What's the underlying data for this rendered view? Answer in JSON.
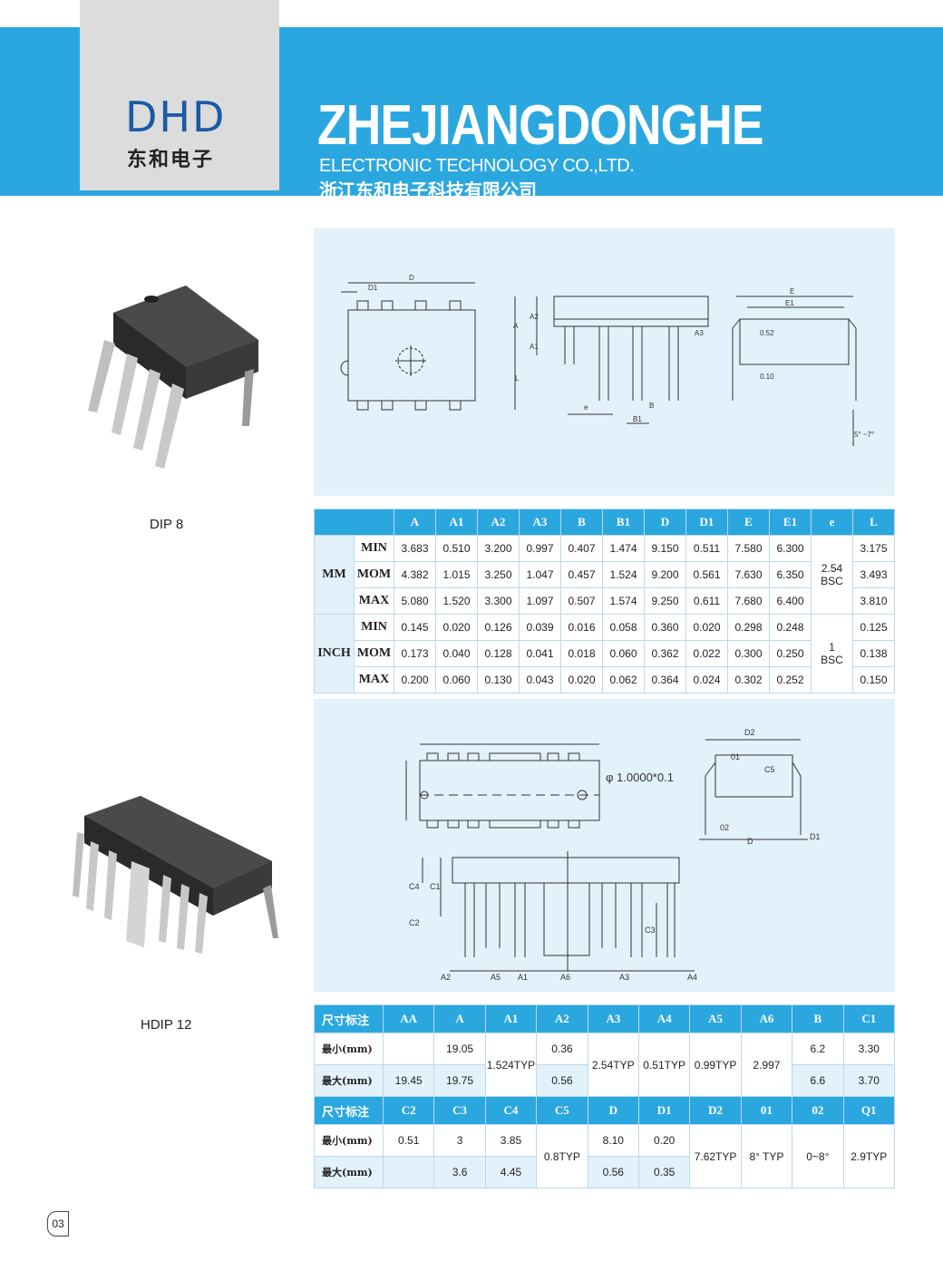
{
  "header": {
    "logo_letters": "DHD",
    "logo_cn": "东和电子",
    "company_main": "ZHEJIANGDONGHE",
    "company_sub": "ELECTRONIC TECHNOLOGY CO.,LTD.",
    "company_cn": "浙江东和电子科技有限公司",
    "accent_color": "#2ba7e0"
  },
  "dip8": {
    "label": "DIP 8",
    "drawing_labels": [
      "D",
      "D1",
      "A2",
      "A",
      "A1",
      "L",
      "e",
      "B",
      "B1",
      "A3",
      "E",
      "E1",
      "0.52",
      "0.10",
      "5° ~7°"
    ],
    "table": {
      "columns": [
        "A",
        "A1",
        "A2",
        "A3",
        "B",
        "B1",
        "D",
        "D1",
        "E",
        "E1",
        "e",
        "L"
      ],
      "units": [
        {
          "unit": "MM",
          "rows": [
            {
              "name": "MIN",
              "values": [
                "3.683",
                "0.510",
                "3.200",
                "0.997",
                "0.407",
                "1.474",
                "9.150",
                "0.511",
                "7.580",
                "6.300",
                "3.175"
              ]
            },
            {
              "name": "MOM",
              "values": [
                "4.382",
                "1.015",
                "3.250",
                "1.047",
                "0.457",
                "1.524",
                "9.200",
                "0.561",
                "7.630",
                "6.350",
                "3.493"
              ]
            },
            {
              "name": "MAX",
              "values": [
                "5.080",
                "1.520",
                "3.300",
                "1.097",
                "0.507",
                "1.574",
                "9.250",
                "0.611",
                "7.680",
                "6.400",
                "3.810"
              ]
            }
          ],
          "e_value": "2.54\nBSC"
        },
        {
          "unit": "INCH",
          "rows": [
            {
              "name": "MIN",
              "values": [
                "0.145",
                "0.020",
                "0.126",
                "0.039",
                "0.016",
                "0.058",
                "0.360",
                "0.020",
                "0.298",
                "0.248",
                "0.125"
              ]
            },
            {
              "name": "MOM",
              "values": [
                "0.173",
                "0.040",
                "0.128",
                "0.041",
                "0.018",
                "0.060",
                "0.362",
                "0.022",
                "0.300",
                "0.250",
                "0.138"
              ]
            },
            {
              "name": "MAX",
              "values": [
                "0.200",
                "0.060",
                "0.130",
                "0.043",
                "0.020",
                "0.062",
                "0.364",
                "0.024",
                "0.302",
                "0.252",
                "0.150"
              ]
            }
          ],
          "e_value": "1\nBSC"
        }
      ]
    }
  },
  "hdip12": {
    "label": "HDIP 12",
    "drawing_labels": [
      "1.0000*0.1",
      "D2",
      "01",
      "C5",
      "02",
      "D",
      "D1",
      "C4",
      "C1",
      "C2",
      "C3",
      "A2",
      "A5",
      "A1",
      "A6",
      "A3",
      "A4"
    ],
    "table1": {
      "header": [
        "尺寸标注",
        "AA",
        "A",
        "A1",
        "A2",
        "A3",
        "A4",
        "A5",
        "A6",
        "B",
        "C1"
      ],
      "row_min_label": "最小(mm)",
      "row_max_label": "最大(mm)",
      "min": {
        "A": "19.05",
        "A2": "0.36",
        "B": "6.2",
        "C1": "3.30"
      },
      "max": {
        "AA": "19.45",
        "A": "19.75",
        "A2": "0.56",
        "B": "6.6",
        "C1": "3.70"
      },
      "merged": {
        "A1": "1.524TYP",
        "A3": "2.54TYP",
        "A4": "0.51TYP",
        "A5": "0.99TYP",
        "A6": "2.997"
      }
    },
    "table2": {
      "header": [
        "尺寸标注",
        "C2",
        "C3",
        "C4",
        "C5",
        "D",
        "D1",
        "D2",
        "01",
        "02",
        "Q1"
      ],
      "row_min_label": "最小(mm)",
      "row_max_label": "最大(mm)",
      "min": {
        "C2": "0.51",
        "C3": "3",
        "C4": "3.85",
        "D": "8.10",
        "D1": "0.20"
      },
      "max": {
        "C3": "3.6",
        "C4": "4.45",
        "D": "0.56",
        "D1": "0.35"
      },
      "merged": {
        "C5": "0.8TYP",
        "D2": "7.62TYP",
        "01": "8°  TYP",
        "02": "0~8°",
        "Q1": "2.9TYP"
      }
    }
  },
  "page_number": "03"
}
